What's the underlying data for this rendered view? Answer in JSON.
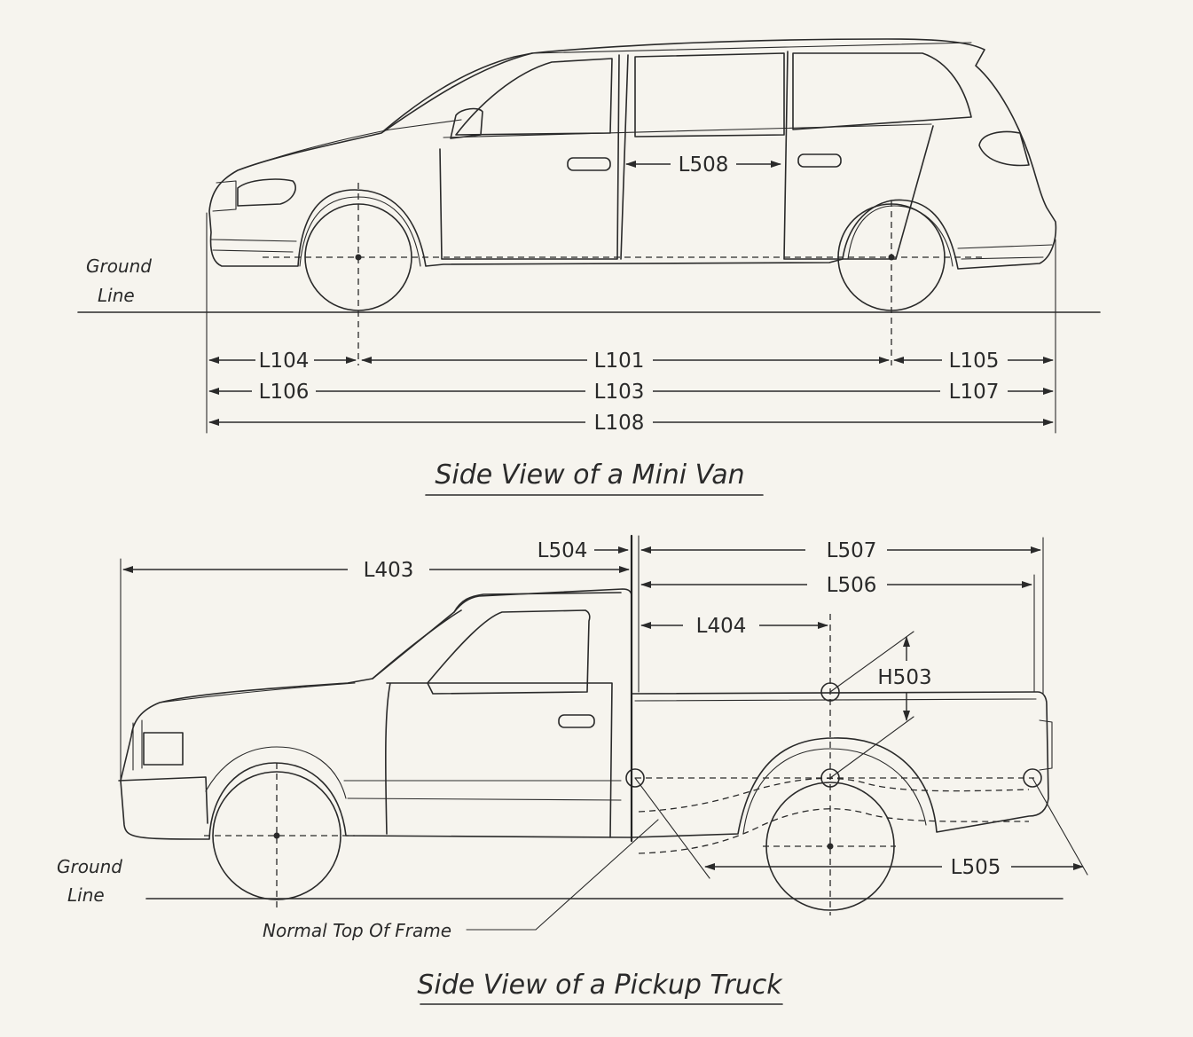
{
  "van": {
    "ground_label_1": "Ground",
    "ground_label_2": "Line",
    "dims": {
      "l508": "L508",
      "l104": "L104",
      "l101": "L101",
      "l105": "L105",
      "l106": "L106",
      "l103": "L103",
      "l107": "L107",
      "l108": "L108"
    },
    "title": "Side View of a Mini Van"
  },
  "truck": {
    "ground_label_1": "Ground",
    "ground_label_2": "Line",
    "dims": {
      "l403": "L403",
      "l504": "L504",
      "l507": "L507",
      "l506": "L506",
      "l404": "L404",
      "h503": "H503",
      "l505": "L505"
    },
    "frame_note": "Normal Top Of Frame",
    "title": "Side View of a Pickup Truck"
  }
}
